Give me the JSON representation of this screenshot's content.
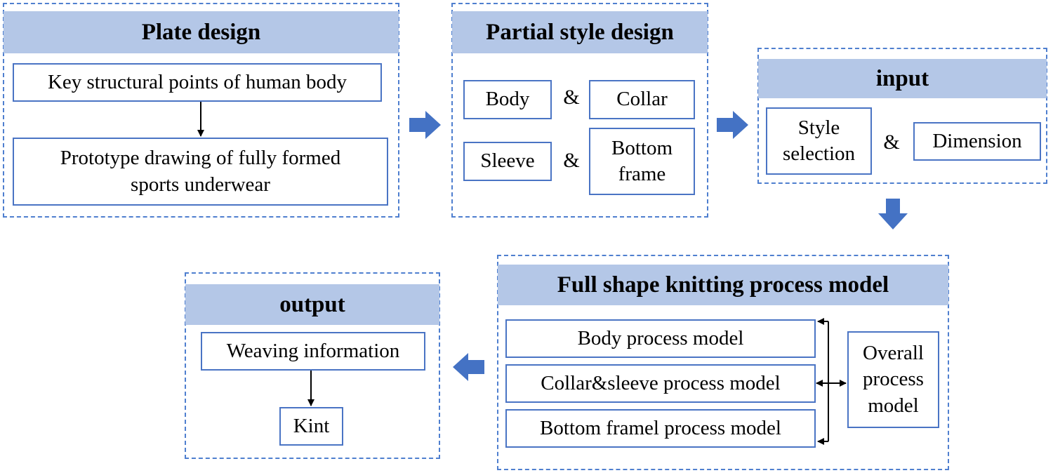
{
  "colors": {
    "panel_border": "#4f7fcf",
    "header_fill": "#b4c7e7",
    "box_border": "#4a74c4",
    "arrow_fill": "#4472c4",
    "connector": "#000000"
  },
  "plate": {
    "title": "Plate design",
    "step1": "Key structural points of human body",
    "step2": "Prototype drawing of fully formed sports underwear"
  },
  "partial": {
    "title": "Partial style design",
    "body": "Body",
    "collar": "Collar",
    "sleeve": "Sleeve",
    "bottom": "Bottom frame",
    "amp1": "&",
    "amp2": "&"
  },
  "input": {
    "title": "input",
    "style": "Style selection",
    "dimension": "Dimension",
    "amp": "&"
  },
  "model": {
    "title": "Full shape knitting process model",
    "body_model": "Body process model",
    "collar_sleeve_model": "Collar&sleeve process model",
    "bottom_model": "Bottom framel process model",
    "overall": "Overall process model"
  },
  "output": {
    "title": "output",
    "weaving": "Weaving information",
    "kint": "Kint"
  },
  "flow_arrows": [
    "arrow-right",
    "arrow-right",
    "arrow-down",
    "arrow-left"
  ]
}
